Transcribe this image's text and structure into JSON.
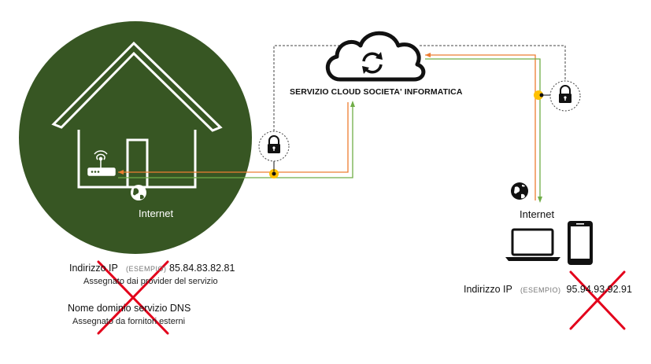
{
  "cloud": {
    "label": "SERVIZIO CLOUD SOCIETA' INFORMATICA"
  },
  "home": {
    "internet_label": "Internet",
    "ip_label": "Indirizzo IP",
    "ip_example": "(ESEMPIO)",
    "ip_value": "85.84.83.82.81",
    "ip_note": "Assegnato dai provider del servizio",
    "dns_label": "Nome dominio servizio DNS",
    "dns_note": "Assegnato da fornitori esterni"
  },
  "remote": {
    "internet_label": "Internet",
    "ip_label": "Indirizzo IP",
    "ip_example": "(ESEMPIO)",
    "ip_value": "95.94.93.92.91"
  },
  "icons": [
    "house-icon",
    "router-icon",
    "globe-icon",
    "lock-icon",
    "cloud-sync-icon",
    "laptop-icon",
    "phone-icon",
    "cross-mark-icon"
  ],
  "colors": {
    "home_circle": "#375623",
    "orange_line": "#ed7d31",
    "green_line": "#70ad47",
    "junction": "#ffc000",
    "cross": "#e3001b"
  }
}
